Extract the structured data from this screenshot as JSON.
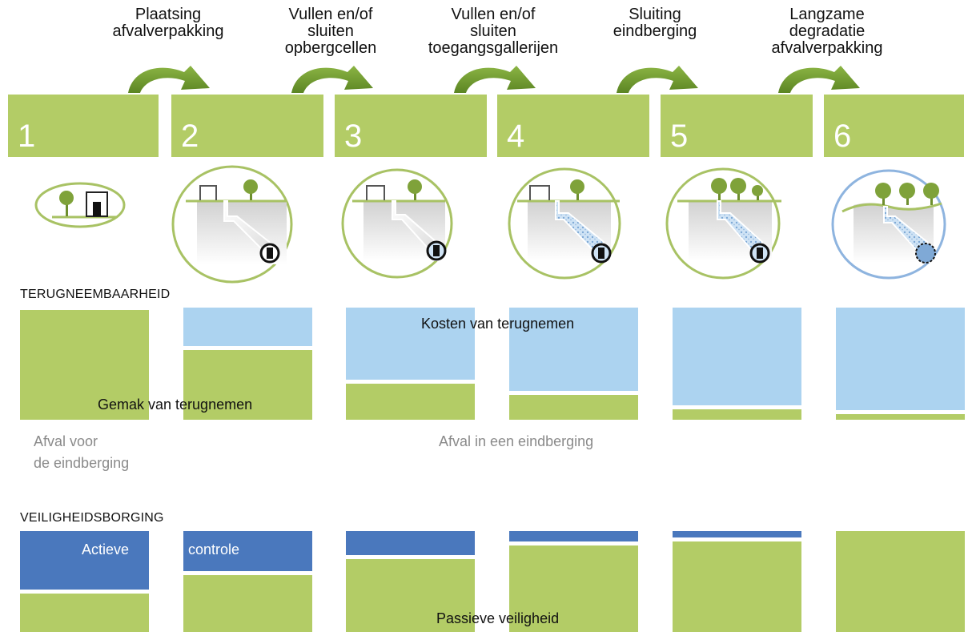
{
  "process_steps": [
    {
      "label": "Plaatsing\nafvalverpakking"
    },
    {
      "label": "Vullen en/of\nsluiten\nopbergcellen"
    },
    {
      "label": "Vullen en/of\nsluiten\ntoegangsgallerijen"
    },
    {
      "label": "Sluiting\neindberging"
    },
    {
      "label": "Langzame\ndegradatie\nafvalverpakking"
    }
  ],
  "stages": [
    "1",
    "2",
    "3",
    "4",
    "5",
    "6"
  ],
  "retrievability": {
    "title": "TERUGNEEMBAARHEID",
    "cost_label": "Kosten van terugnemen",
    "ease_label": "Gemak van terugnemen",
    "before_label": "Afval voor\nde eindberging",
    "in_label": "Afval in een eindberging",
    "ease_fraction": [
      0.98,
      0.62,
      0.32,
      0.22,
      0.09,
      0.05
    ]
  },
  "safety": {
    "title": "VEILIGHEIDSBORGING",
    "active_label_1": "Actieve",
    "active_label_2": "controle",
    "passive_label": "Passieve veiligheid",
    "active_fraction": [
      0.58,
      0.4,
      0.24,
      0.1,
      0.06,
      0.0
    ]
  },
  "colors": {
    "green": "#b3cc66",
    "light_blue": "#acd3f0",
    "dark_blue": "#4a78bd",
    "arrow_green": "#6e9a2e",
    "circle_outline": "#a8c264"
  }
}
